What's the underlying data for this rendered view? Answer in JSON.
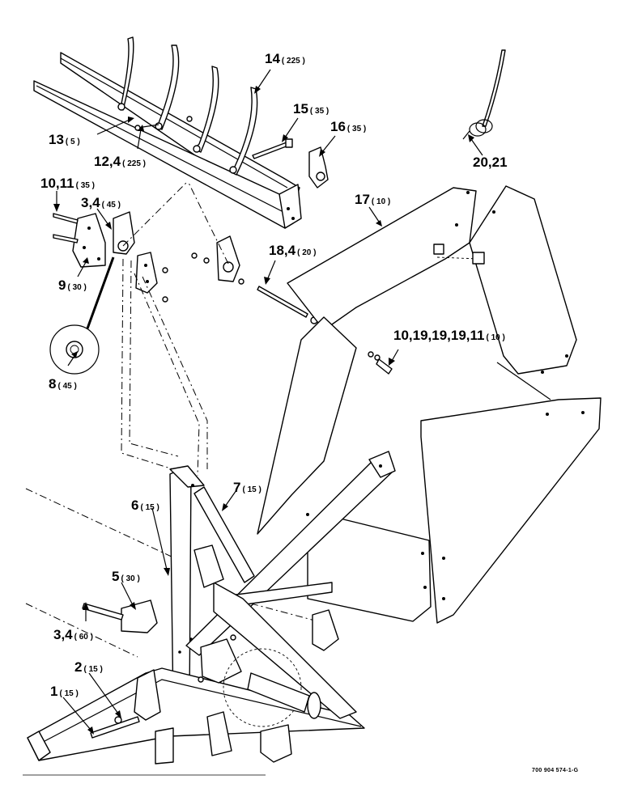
{
  "callouts": [
    {
      "id": "c14",
      "label": "14",
      "qty": "( 225 )"
    },
    {
      "id": "c15",
      "label": "15",
      "qty": "( 35 )"
    },
    {
      "id": "c16",
      "label": "16",
      "qty": "( 35 )"
    },
    {
      "id": "c13",
      "label": "13",
      "qty": "( 5 )"
    },
    {
      "id": "c12",
      "label": "12,4",
      "qty": "( 225 )"
    },
    {
      "id": "c10a",
      "label": "10,11",
      "qty": "( 35 )"
    },
    {
      "id": "c3a",
      "label": "3,4",
      "qty": "( 45 )"
    },
    {
      "id": "c9",
      "label": "9",
      "qty": "( 30 )"
    },
    {
      "id": "c8",
      "label": "8",
      "qty": "( 45 )"
    },
    {
      "id": "c17",
      "label": "17",
      "qty": "( 10 )"
    },
    {
      "id": "c18",
      "label": "18,4",
      "qty": "( 20 )"
    },
    {
      "id": "c10b",
      "label": "10,19,19,19,11",
      "qty": "( 10 )"
    },
    {
      "id": "c20",
      "label": "20,21",
      "qty": ""
    },
    {
      "id": "c7",
      "label": "7",
      "qty": "( 15 )"
    },
    {
      "id": "c6",
      "label": "6",
      "qty": "( 15 )"
    },
    {
      "id": "c5",
      "label": "5",
      "qty": "( 30 )"
    },
    {
      "id": "c3b",
      "label": "3,4",
      "qty": "( 60 )"
    },
    {
      "id": "c2",
      "label": "2",
      "qty": "( 15 )"
    },
    {
      "id": "c1",
      "label": "1",
      "qty": "( 15 )"
    }
  ],
  "drawing_number": "700 904 574-1-G"
}
